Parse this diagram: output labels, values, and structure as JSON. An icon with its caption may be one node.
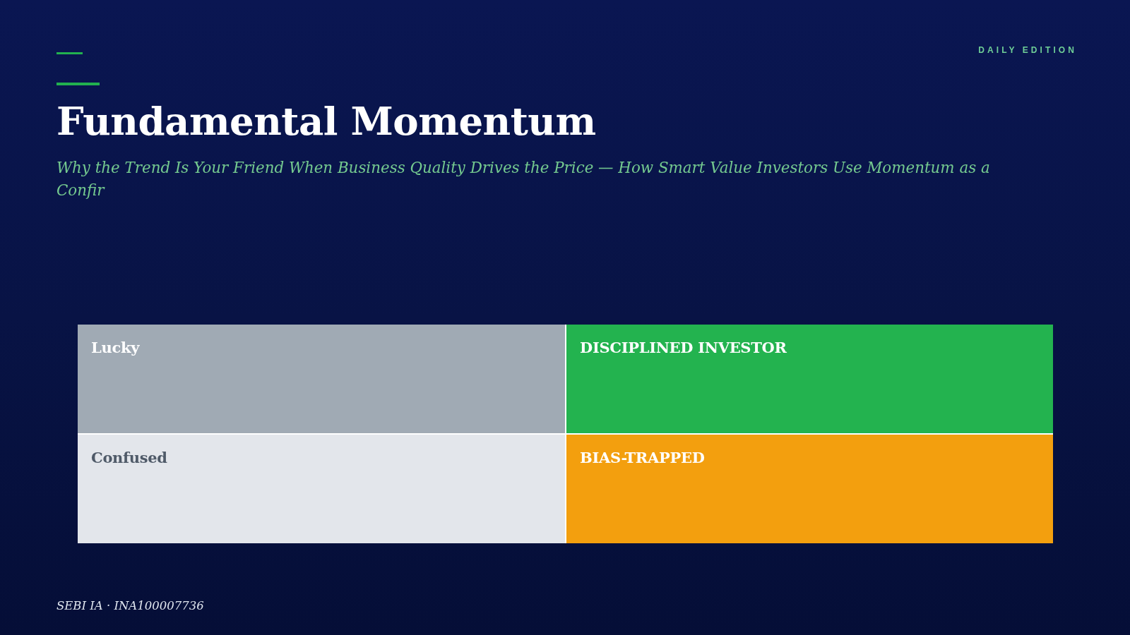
{
  "diagram": {
    "title": "Fundamental Momentum",
    "nodes": [
      {
        "text": [
          "Lucky"
        ]
      },
      {
        "text": [
          "DISCIPLINED INVESTOR"
        ]
      },
      {
        "text": [
          "Confused"
        ]
      },
      {
        "text": [
          "BIAS-TRAPPED"
        ]
      }
    ],
    "labels": [
      "DAILY EDITION",
      "Why the Trend Is Your Friend When Business Quality Drives the Price — How Smart Value Investors Use Momentum as a Confir",
      "SEBI IA · INA100007736"
    ]
  }
}
